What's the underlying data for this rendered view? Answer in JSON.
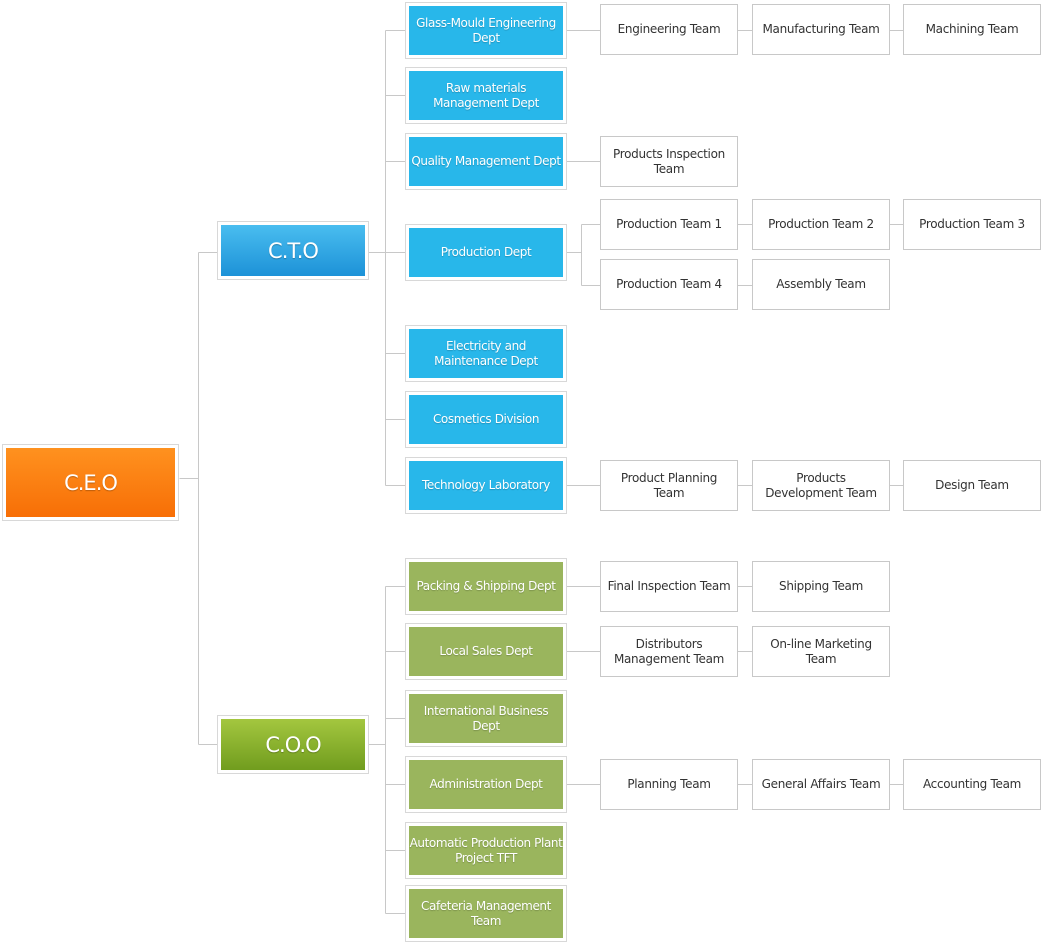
{
  "ceo": {
    "label": "C.E.O"
  },
  "cto": {
    "label": "C.T.O",
    "departments": [
      {
        "label": "Glass-Mould Engineering Dept",
        "teams": [
          "Engineering Team",
          "Manufacturing Team",
          "Machining Team"
        ]
      },
      {
        "label": "Raw materials Management Dept",
        "teams": []
      },
      {
        "label": "Quality Management Dept",
        "teams": [
          "Products Inspection Team"
        ]
      },
      {
        "label": "Production Dept",
        "teams": [
          "Production Team 1",
          "Production Team 2",
          "Production Team 3",
          "Production Team 4",
          "Assembly Team"
        ]
      },
      {
        "label": "Electricity and Maintenance Dept",
        "teams": []
      },
      {
        "label": "Cosmetics Division",
        "teams": []
      },
      {
        "label": "Technology Laboratory",
        "teams": [
          "Product Planning Team",
          "Products Development Team",
          "Design Team"
        ]
      }
    ]
  },
  "coo": {
    "label": "C.O.O",
    "departments": [
      {
        "label": "Packing & Shipping Dept",
        "teams": [
          "Final Inspection Team",
          "Shipping Team"
        ]
      },
      {
        "label": "Local Sales Dept",
        "teams": [
          "Distributors Management Team",
          "On-line Marketing Team"
        ]
      },
      {
        "label": "International Business Dept",
        "teams": []
      },
      {
        "label": "Administration Dept",
        "teams": [
          "Planning Team",
          "General Affairs Team",
          "Accounting Team"
        ]
      },
      {
        "label": "Automatic Production Plant Project TFT",
        "teams": []
      },
      {
        "label": "Cafeteria Management Team",
        "teams": []
      }
    ]
  },
  "colors": {
    "ceo": "#f77a0c",
    "cto": "#2aa6e6",
    "coo": "#8cb02f",
    "cto_dept": "#28b7ea",
    "coo_dept": "#9ab55d",
    "line": "#c8c8c8"
  }
}
